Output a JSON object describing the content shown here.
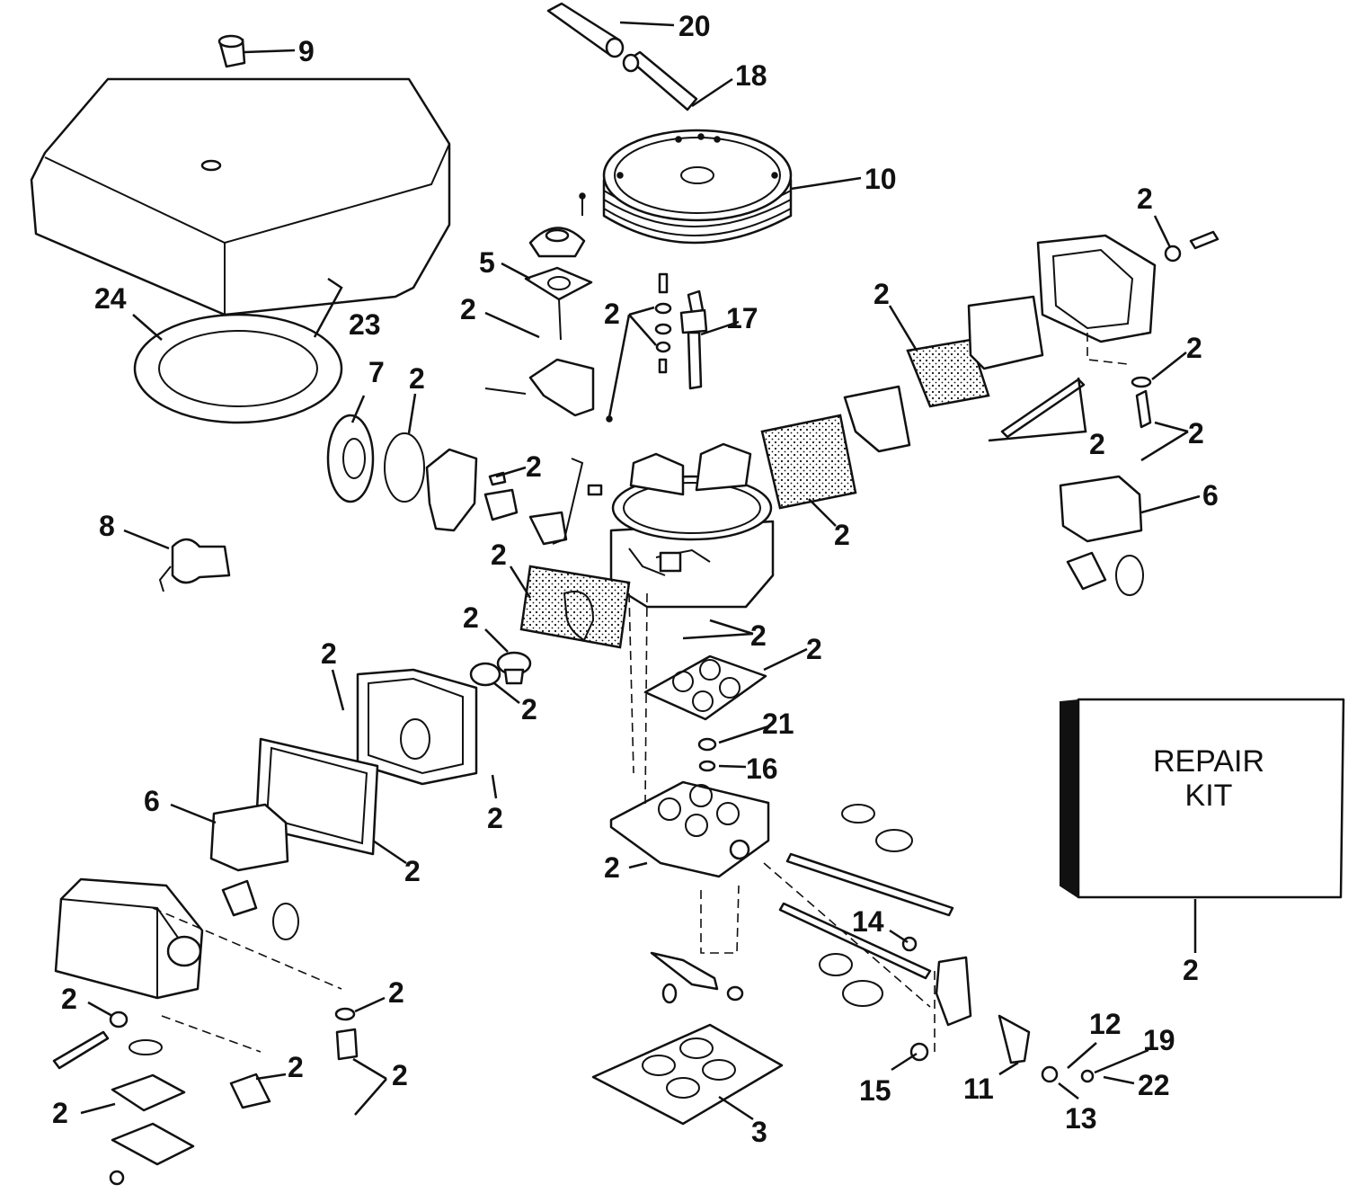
{
  "callouts": {
    "c20": "20",
    "c18": "18",
    "c9": "9",
    "c10": "10",
    "c2_top_right": "2",
    "c5": "5",
    "c24": "24",
    "c23": "23",
    "c2_needle": "2",
    "c2_jet_pair": "2",
    "c17": "17",
    "c2_plate_upper": "2",
    "c2_right_valve": "2",
    "c2_rod": "2",
    "c2_seat": "2",
    "c6_right": "6",
    "c7": "7",
    "c2_pump_gasket": "2",
    "c2_lever": "2",
    "c2_center_gasket": "2",
    "c8": "8",
    "c2_metering_left": "2",
    "c2_check": "2",
    "c2_spring": "2",
    "c2_base_gasket": "2",
    "c2_block_left": "2",
    "c2_o_ring": "2",
    "c21": "21",
    "c16": "16",
    "c2_screw_block": "2",
    "c6_left": "6",
    "c2_bowl_gasket": "2",
    "c2_base_screw": "2",
    "c14": "14",
    "c2_kit": "2",
    "c2_bowl_screw": "2",
    "c2_valve_lower": "2",
    "c2_spring_lower": "2",
    "c2_needle_lower": "2",
    "c2_diaphragm": "2",
    "c12": "12",
    "c19": "19",
    "c15": "15",
    "c11": "11",
    "c22": "22",
    "c13": "13",
    "c3": "3"
  },
  "repair_kit": {
    "line1": "REPAIR",
    "line2": "KIT"
  }
}
